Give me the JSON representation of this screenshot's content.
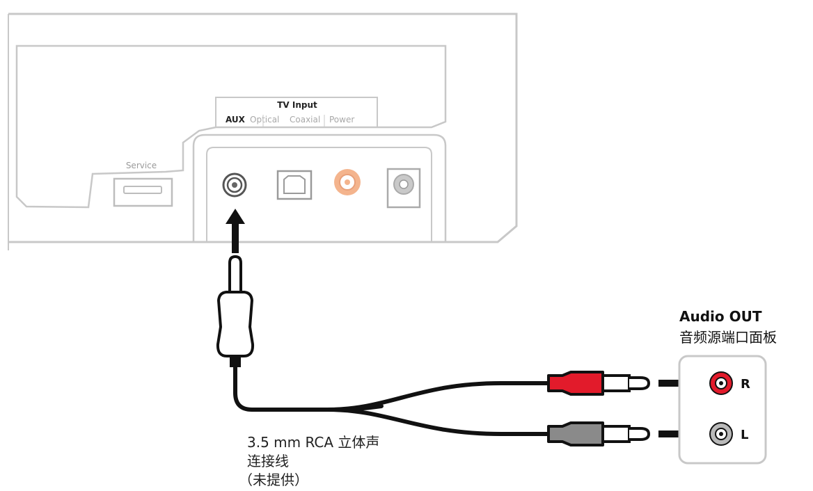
{
  "panel": {
    "tv_input_label": "TV Input",
    "port_labels": {
      "aux": "AUX",
      "optical": "Optical",
      "coaxial": "Coaxial",
      "power": "Power"
    },
    "service_label": "Service"
  },
  "source": {
    "title": "Audio OUT",
    "subtitle": "音频源端口面板",
    "right_channel": "R",
    "left_channel": "L"
  },
  "cable": {
    "line1": "3.5 mm RCA 立体声",
    "line2": "连接线",
    "line3": "（未提供）"
  },
  "colors": {
    "outline": "#c8c8c8",
    "black": "#111111",
    "red": "#e21b2b",
    "gray_plug": "#8a8a8a",
    "coaxial_orange": "#f4b48d"
  }
}
